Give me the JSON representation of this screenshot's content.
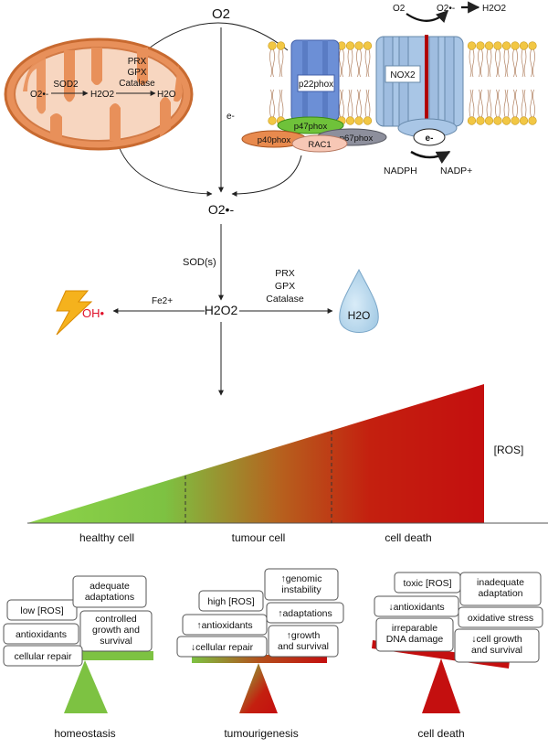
{
  "top": {
    "o2": "O2",
    "electron_label": "e-",
    "mito": {
      "sod2": "SOD2",
      "prx": "PRX",
      "gpx": "GPX",
      "catalase": "Catalase",
      "o2_radical": "O2•-",
      "h2o2": "H2O2",
      "h2o": "H2O"
    },
    "nox": {
      "p22phox": "p22phox",
      "nox2": "NOX2",
      "p47phox": "p47phox",
      "p40phox": "p40phox",
      "p67phox": "p67phox",
      "rac1": "RAC1",
      "electron": "e-",
      "nadph": "NADPH",
      "nadp": "NADP+",
      "o2_in": "O2",
      "o2_out": "O2•-",
      "h2o2_out": "H2O2"
    }
  },
  "mid": {
    "superoxide": "O2•-",
    "sod": "SOD(s)",
    "h2o2": "H2O2",
    "fe": "Fe2+",
    "oh": "OH•",
    "prx": "PRX",
    "gpx": "GPX",
    "catalase": "Catalase",
    "water": "H2O"
  },
  "gradient": {
    "ros_label": "[ROS]",
    "stages": [
      "healthy cell",
      "tumour cell",
      "cell death"
    ]
  },
  "balances": [
    {
      "name": "homeostasis",
      "boxes": [
        "low [ROS]",
        "adequate adaptations",
        "antioxidants",
        "controlled growth and survival",
        "cellular repair"
      ],
      "color": "#7dc242"
    },
    {
      "name": "tumourigenesis",
      "boxes": [
        "↑genomic instability",
        "high [ROS]",
        "↑adaptations",
        "↑antioxidants",
        "↑growth and survival",
        "↓cellular repair"
      ],
      "color": "#b3501c"
    },
    {
      "name": "cell death",
      "boxes": [
        "toxic [ROS]",
        "inadequate adaptation",
        "↓antioxidants",
        "oxidative stress",
        "irreparable DNA damage",
        "↓cell growth and survival"
      ],
      "color": "#c40f0f"
    }
  ],
  "colors": {
    "healthy": "#7dc242",
    "death": "#c40f0f",
    "mito": "#e8905a",
    "membrane": "#f2c744",
    "nox": "#a9c6e6",
    "p22": "#6c8fd6"
  }
}
